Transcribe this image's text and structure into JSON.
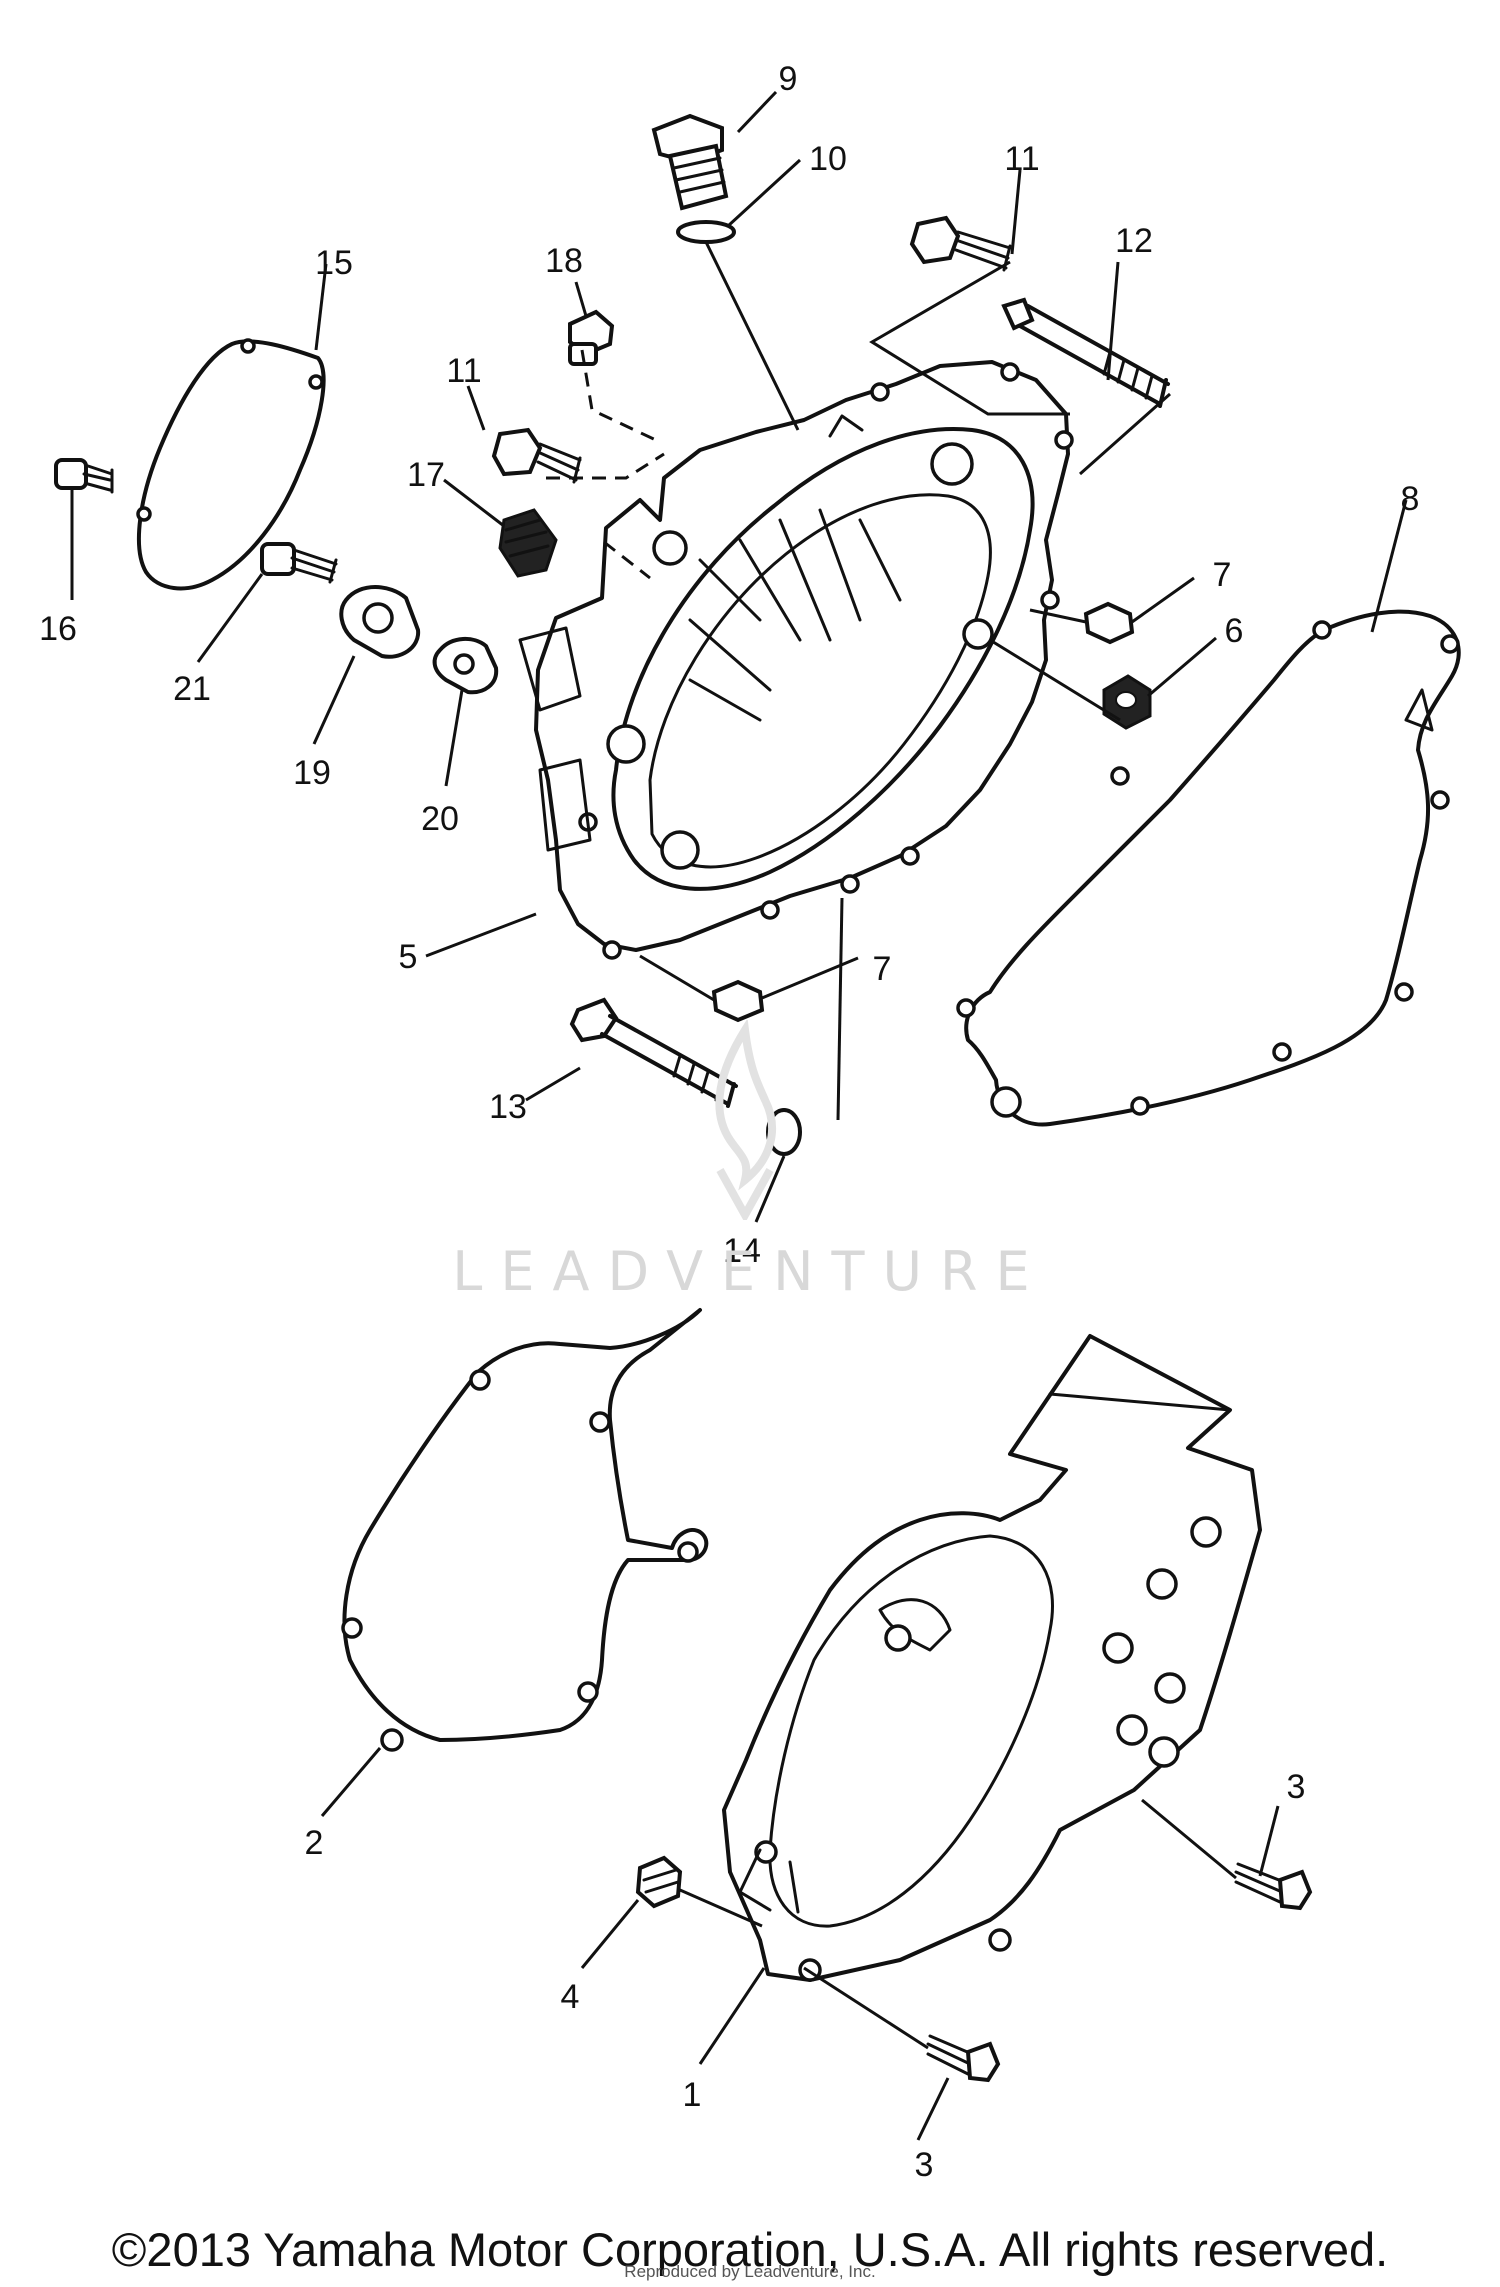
{
  "callouts": [
    {
      "id": "1",
      "text": "1"
    },
    {
      "id": "2",
      "text": "2"
    },
    {
      "id": "3a",
      "text": "3"
    },
    {
      "id": "3b",
      "text": "3"
    },
    {
      "id": "4",
      "text": "4"
    },
    {
      "id": "5",
      "text": "5"
    },
    {
      "id": "6",
      "text": "6"
    },
    {
      "id": "7a",
      "text": "7"
    },
    {
      "id": "7b",
      "text": "7"
    },
    {
      "id": "8",
      "text": "8"
    },
    {
      "id": "9",
      "text": "9"
    },
    {
      "id": "10",
      "text": "10"
    },
    {
      "id": "11a",
      "text": "11"
    },
    {
      "id": "11b",
      "text": "11"
    },
    {
      "id": "12",
      "text": "12"
    },
    {
      "id": "13",
      "text": "13"
    },
    {
      "id": "14",
      "text": "14"
    },
    {
      "id": "15",
      "text": "15"
    },
    {
      "id": "16",
      "text": "16"
    },
    {
      "id": "17",
      "text": "17"
    },
    {
      "id": "18",
      "text": "18"
    },
    {
      "id": "19",
      "text": "19"
    },
    {
      "id": "20",
      "text": "20"
    },
    {
      "id": "21",
      "text": "21"
    }
  ],
  "watermark": "LEADVENTURE",
  "copyright": "©2013 Yamaha Motor Corporation, U.S.A. All rights reserved.",
  "reproduced_by": "Reproduced by Leadventure, Inc."
}
